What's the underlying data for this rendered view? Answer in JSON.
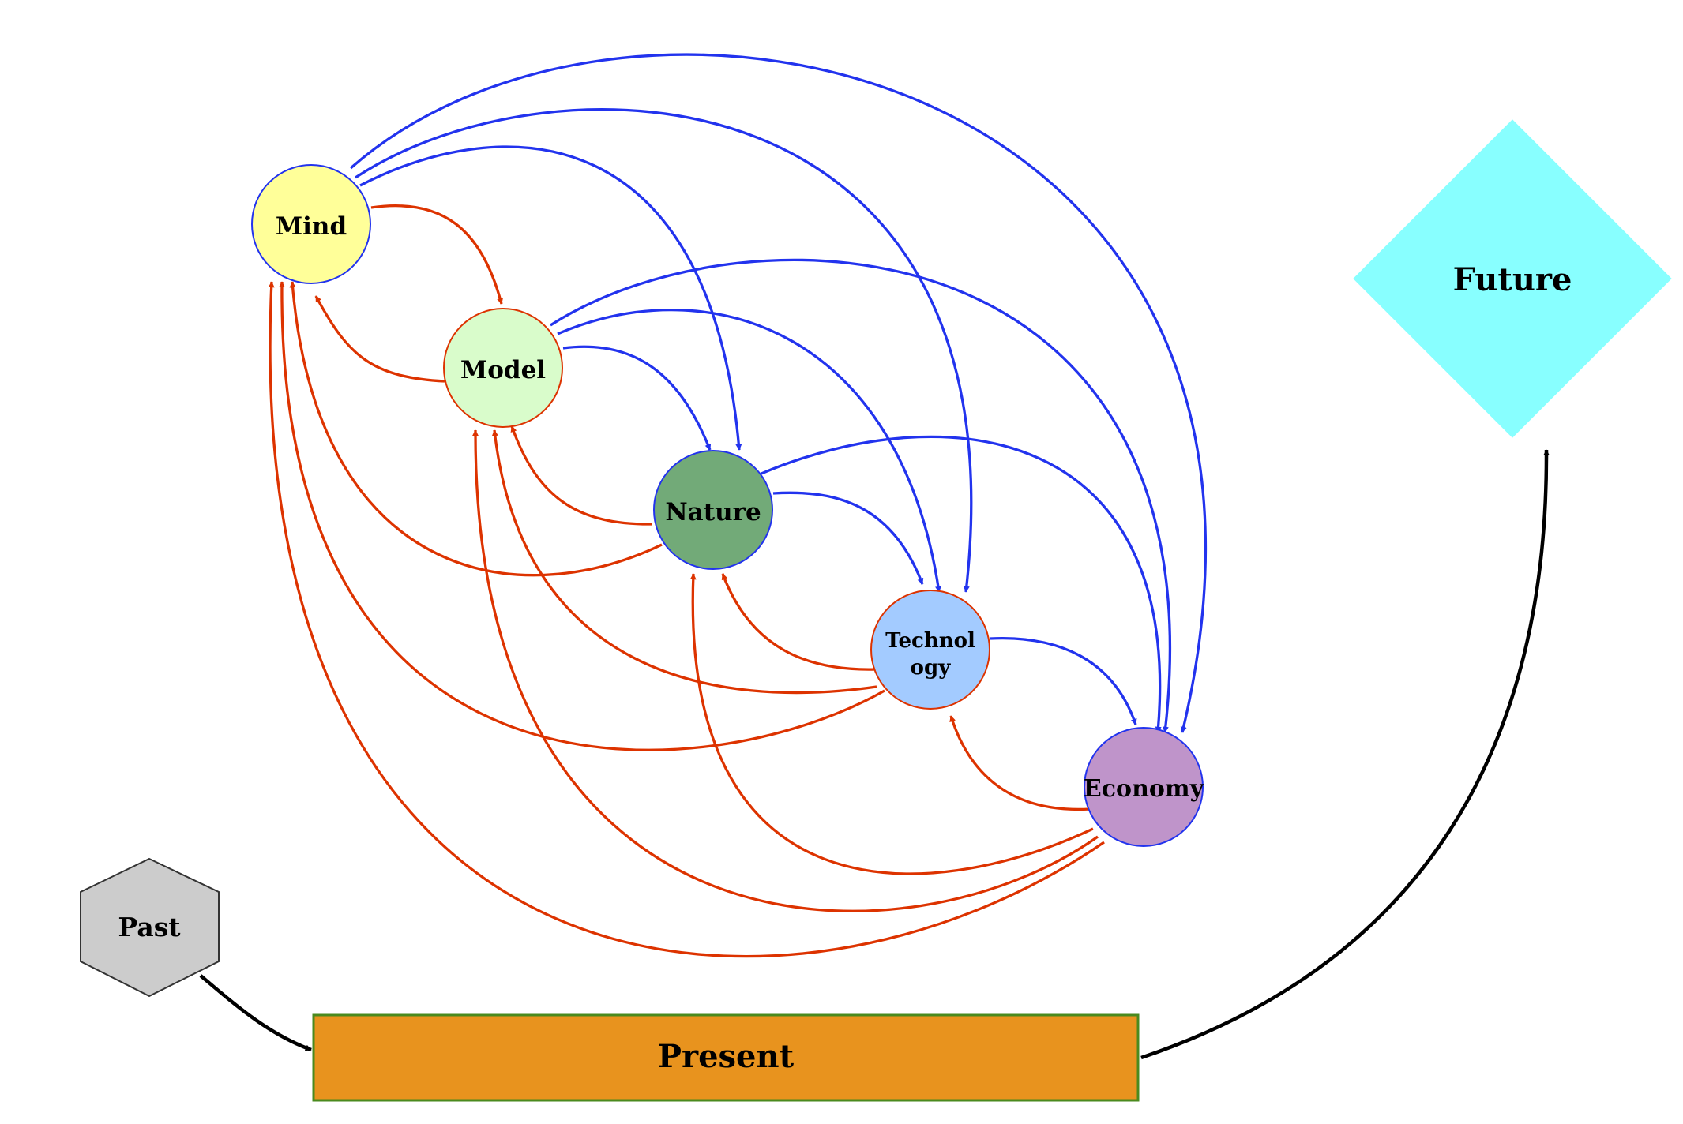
{
  "nodes": {
    "mind": {
      "label": "Mind",
      "fill": "#ffff99",
      "stroke": "#2233ee"
    },
    "model": {
      "label": "Model",
      "fill": "#d9fccb",
      "stroke": "#dd3300"
    },
    "nature": {
      "label": "Nature",
      "fill": "#72aa78",
      "stroke": "#2233ee"
    },
    "technology": {
      "label_line1": "Technol",
      "label_line2": "ogy",
      "fill": "#a3cbff",
      "stroke": "#dd3300"
    },
    "economy": {
      "label": "Economy",
      "fill": "#bf94ca",
      "stroke": "#2233ee"
    },
    "past": {
      "label": "Past",
      "fill": "#cccccc",
      "stroke": "#333333"
    },
    "present": {
      "label": "Present",
      "fill": "#e8931e",
      "stroke": "#4a8a1e"
    },
    "future": {
      "label": "Future",
      "fill": "#88ffff",
      "stroke": "#88ffff"
    }
  },
  "colors": {
    "forward_edge": "#2233ee",
    "backward_edge": "#dd3300",
    "timeline_edge": "#000000"
  }
}
